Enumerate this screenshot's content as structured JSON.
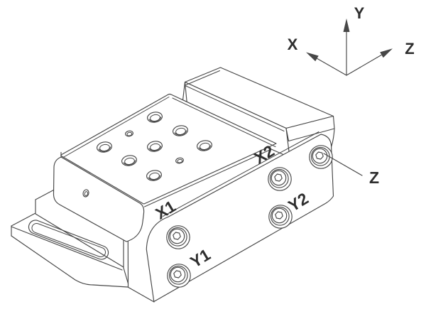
{
  "figure": {
    "description": "Isometric line drawing of a compact slide table with adjuster screws and coordinate axes",
    "background": "#ffffff",
    "line_color": "#474747",
    "label_color": "#2e2e2e"
  },
  "screw_labels": {
    "x1": "X1",
    "y1": "Y1",
    "x2": "X2",
    "y2": "Y2"
  },
  "leader": {
    "label": "Z"
  },
  "axes": {
    "x": "X",
    "y": "Y",
    "z": "Z"
  }
}
